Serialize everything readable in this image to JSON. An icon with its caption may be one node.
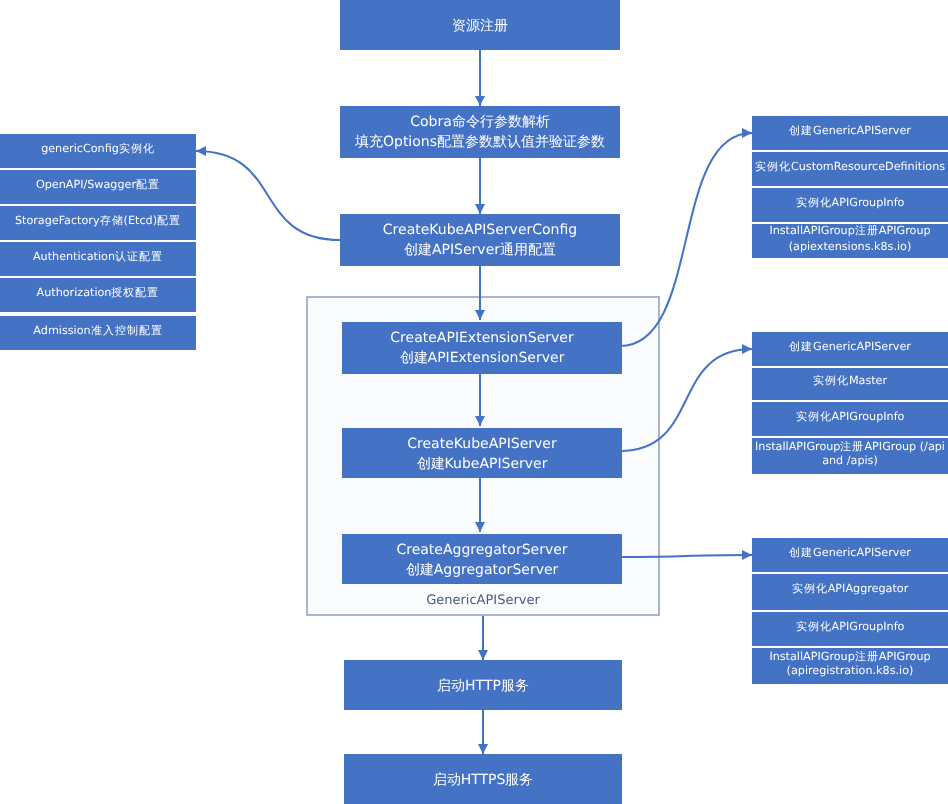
{
  "diagram": {
    "nodes": [
      {
        "text": [
          "资源注册"
        ]
      },
      {
        "text": [
          "Cobra命令行参数解析",
          "填充Options配置参数默认值并验证参数"
        ]
      },
      {
        "text": [
          "CreateKubeAPIServerConfig",
          "创建APIServer通用配置"
        ]
      },
      {
        "text": [
          "GenericAPIServer"
        ]
      },
      {
        "text": [
          "CreateAPIExtensionServer",
          "创建APIExtensionServer"
        ],
        "in": 3
      },
      {
        "text": [
          "CreateKubeAPIServer",
          "创建KubeAPIServer"
        ],
        "in": 3
      },
      {
        "text": [
          "CreateAggregatorServer",
          "创建AggregatorServer"
        ],
        "in": 3
      },
      {
        "text": [
          "启动HTTP服务"
        ]
      },
      {
        "text": [
          "启动HTTPS服务"
        ]
      },
      {
        "text": [
          "genericConfig实例化"
        ]
      },
      {
        "text": [
          "OpenAPI/Swagger配置"
        ]
      },
      {
        "text": [
          "StorageFactory存储(Etcd)配置"
        ]
      },
      {
        "text": [
          "Authentication认证配置"
        ]
      },
      {
        "text": [
          "Authorization授权配置"
        ]
      },
      {
        "text": [
          "Admission准入控制配置"
        ]
      },
      {
        "text": [
          "创建GenericAPIServer"
        ]
      },
      {
        "text": [
          "实例化CustomResourceDefinitions"
        ]
      },
      {
        "text": [
          "实例化APIGroupInfo"
        ]
      },
      {
        "text": [
          "InstallAPIGroup注册APIGroup (apiextensions.k8s.io)"
        ]
      },
      {
        "text": [
          "创建GenericAPIServer"
        ]
      },
      {
        "text": [
          "实例化Master"
        ]
      },
      {
        "text": [
          "实例化APIGroupInfo"
        ]
      },
      {
        "text": [
          "InstallAPIGroup注册APIGroup (/api and /apis)"
        ]
      },
      {
        "text": [
          "创建GenericAPIServer"
        ]
      },
      {
        "text": [
          "实例化APIAggregator"
        ]
      },
      {
        "text": [
          "实例化APIGroupInfo"
        ]
      },
      {
        "text": [
          "InstallAPIGroup注册APIGroup (apiregistration.k8s.io)"
        ]
      }
    ],
    "edges": [
      {
        "from": 0,
        "to": 1,
        "arrow": "to"
      },
      {
        "from": 1,
        "to": 2,
        "arrow": "to"
      },
      {
        "from": 2,
        "to": 4,
        "arrow": "to"
      },
      {
        "from": 4,
        "to": 5,
        "arrow": "to"
      },
      {
        "from": 5,
        "to": 6,
        "arrow": "to"
      },
      {
        "from": 3,
        "to": 7,
        "arrow": "to"
      },
      {
        "from": 7,
        "to": 8,
        "arrow": "to"
      },
      {
        "from": 2,
        "to": 9,
        "arrow": "to"
      },
      {
        "from": 4,
        "to": 15,
        "arrow": "to"
      },
      {
        "from": 5,
        "to": 19,
        "arrow": "to"
      },
      {
        "from": 6,
        "to": 23,
        "arrow": "to"
      }
    ]
  }
}
